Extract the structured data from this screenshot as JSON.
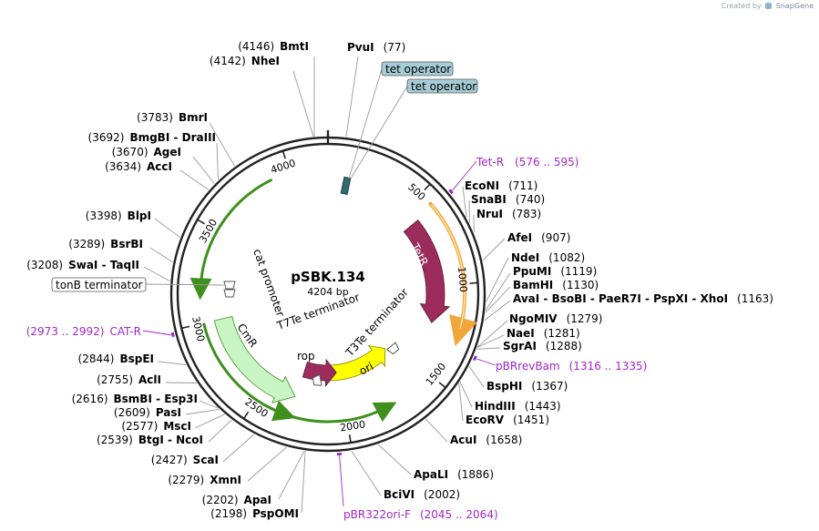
{
  "watermark": {
    "created_by": "Created by",
    "brand": "SnapGene"
  },
  "plasmid": {
    "name": "pSBK.134",
    "size": "4204 bp"
  },
  "ticks": [
    {
      "label": "500",
      "bp": 500
    },
    {
      "label": "1000",
      "bp": 1000
    },
    {
      "label": "1500",
      "bp": 1500
    },
    {
      "label": "2000",
      "bp": 2000
    },
    {
      "label": "2500",
      "bp": 2500
    },
    {
      "label": "3000",
      "bp": 3000
    },
    {
      "label": "3500",
      "bp": 3500
    },
    {
      "label": "4000",
      "bp": 4000
    }
  ],
  "sites": [
    {
      "pos": "(4146)",
      "name": "BmtI",
      "bp": 4146
    },
    {
      "pos": "(4142)",
      "name": "NheI",
      "bp": 4142
    },
    {
      "pos": "(77)",
      "name": "PvuI",
      "bp": 77
    },
    {
      "pos": "(3783)",
      "name": "BmrI",
      "bp": 3783
    },
    {
      "pos": "(3692)",
      "name": "BmgBI - DraIII",
      "bp": 3692
    },
    {
      "pos": "(3670)",
      "name": "AgeI",
      "bp": 3670
    },
    {
      "pos": "(3634)",
      "name": "AccI",
      "bp": 3634
    },
    {
      "pos": "(3398)",
      "name": "BlpI",
      "bp": 3398
    },
    {
      "pos": "(3289)",
      "name": "BsrBI",
      "bp": 3289
    },
    {
      "pos": "(3208)",
      "name": "SwaI - TaqII",
      "bp": 3208
    },
    {
      "pos": "(2844)",
      "name": "BspEI",
      "bp": 2844
    },
    {
      "pos": "(2755)",
      "name": "AclI",
      "bp": 2755
    },
    {
      "pos": "(2616)",
      "name": "BsmBI - Esp3I",
      "bp": 2616
    },
    {
      "pos": "(2609)",
      "name": "PasI",
      "bp": 2609
    },
    {
      "pos": "(2577)",
      "name": "MscI",
      "bp": 2577
    },
    {
      "pos": "(2539)",
      "name": "BtgI - NcoI",
      "bp": 2539
    },
    {
      "pos": "(2427)",
      "name": "ScaI",
      "bp": 2427
    },
    {
      "pos": "(2279)",
      "name": "XmnI",
      "bp": 2279
    },
    {
      "pos": "(2202)",
      "name": "ApaI",
      "bp": 2202
    },
    {
      "pos": "(2198)",
      "name": "PspOMI",
      "bp": 2198
    },
    {
      "pos": "(711)",
      "name": "EcoNI",
      "bp": 711
    },
    {
      "pos": "(740)",
      "name": "SnaBI",
      "bp": 740
    },
    {
      "pos": "(783)",
      "name": "NruI",
      "bp": 783
    },
    {
      "pos": "(907)",
      "name": "AfeI",
      "bp": 907
    },
    {
      "pos": "(1082)",
      "name": "NdeI",
      "bp": 1082
    },
    {
      "pos": "(1119)",
      "name": "PpuMI",
      "bp": 1119
    },
    {
      "pos": "(1130)",
      "name": "BamHI",
      "bp": 1130
    },
    {
      "pos": "(1163)",
      "name": "AvaI - BsoBI - PaeR7I - PspXI - XhoI",
      "bp": 1163
    },
    {
      "pos": "(1279)",
      "name": "NgoMIV",
      "bp": 1279
    },
    {
      "pos": "(1281)",
      "name": "NaeI",
      "bp": 1281
    },
    {
      "pos": "(1288)",
      "name": "SgrAI",
      "bp": 1288
    },
    {
      "pos": "(1367)",
      "name": "BspHI",
      "bp": 1367
    },
    {
      "pos": "(1443)",
      "name": "HindIII",
      "bp": 1443
    },
    {
      "pos": "(1451)",
      "name": "EcoRV",
      "bp": 1451
    },
    {
      "pos": "(1658)",
      "name": "AcuI",
      "bp": 1658
    },
    {
      "pos": "(1886)",
      "name": "ApaLI",
      "bp": 1886
    },
    {
      "pos": "(2002)",
      "name": "BciVI",
      "bp": 2002
    }
  ],
  "primers": [
    {
      "name": "Tet-R",
      "range": "(576 .. 595)",
      "start": 576,
      "end": 595
    },
    {
      "name": "CAT-R",
      "range": "(2973 .. 2992)",
      "start": 2973,
      "end": 2992
    },
    {
      "name": "pBRrevBam",
      "range": "(1316 .. 1335)",
      "start": 1316,
      "end": 1335
    },
    {
      "name": "pBR322ori-F",
      "range": "(2045 .. 2064)",
      "start": 2045,
      "end": 2064
    }
  ],
  "features": [
    {
      "name": "tet operator",
      "type": "boxed-label",
      "bp": 180
    },
    {
      "name": "tet operator",
      "type": "boxed-label",
      "bp": 205
    },
    {
      "name": "TetR",
      "type": "arrow",
      "start": 600,
      "end": 1220,
      "color": "#9b2c5c"
    },
    {
      "name": "ori",
      "type": "arrow",
      "start": 2050,
      "end": 1580,
      "color": "#ffff00"
    },
    {
      "name": "rop",
      "type": "arrow",
      "start": 2210,
      "end": 2030,
      "color": "#9b2c5c"
    },
    {
      "name": "CmR",
      "type": "arrow",
      "start": 2900,
      "end": 2280,
      "color": "#c9f5c4"
    },
    {
      "name": "cat promoter",
      "type": "label"
    },
    {
      "name": "T7Te terminator",
      "type": "label"
    },
    {
      "name": "T3Te terminator",
      "type": "label"
    },
    {
      "name": "tonB terminator",
      "type": "boxed-label",
      "bp": 3070
    }
  ],
  "colors": {
    "backbone": "#222222",
    "primer": "#a126c9",
    "tet_operator": "#a6ccd6",
    "tetR": "#9b2c5c",
    "ori": "#ffff00",
    "cmR": "#c9f5c4",
    "orf_green": "#3f8f1c",
    "orf_orange": "#f0a63a"
  }
}
